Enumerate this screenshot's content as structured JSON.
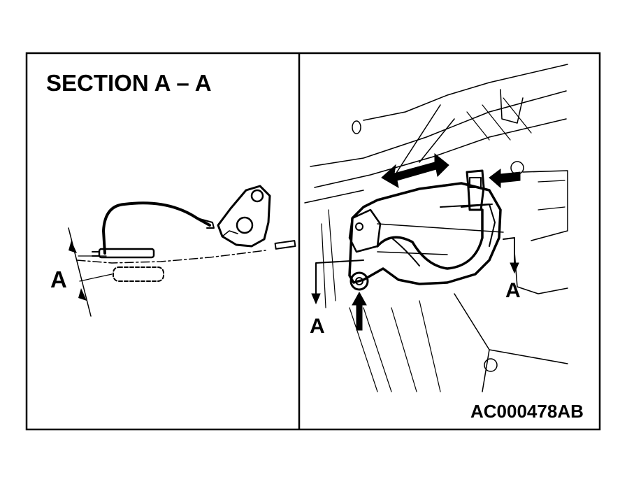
{
  "section_title": "SECTION A – A",
  "left_panel": {
    "dimension_label": "A"
  },
  "right_panel": {
    "section_marker_right": "A",
    "section_marker_left": "A",
    "figure_code": "AC000478AB"
  },
  "colors": {
    "line": "#000000",
    "background": "#ffffff"
  }
}
